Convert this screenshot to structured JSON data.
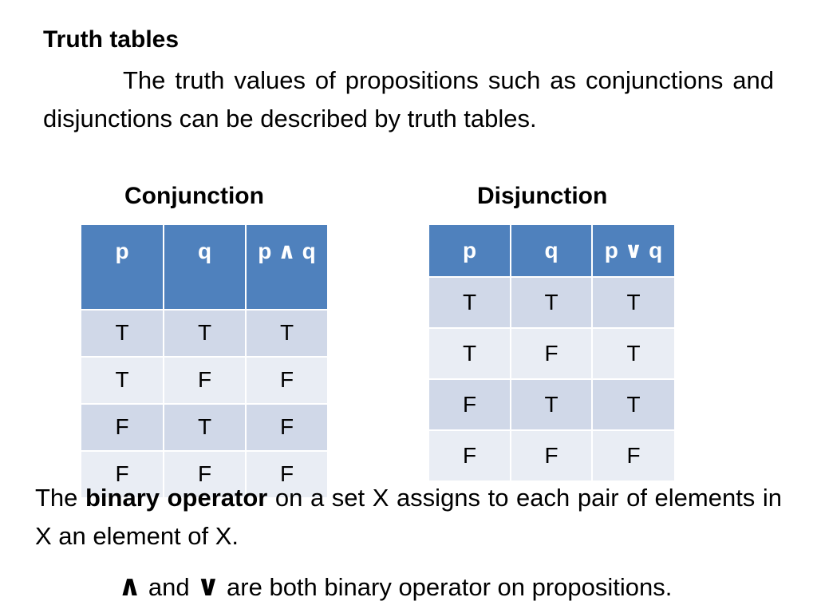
{
  "title": "Truth tables",
  "intro": "The truth values of propositions such as conjunctions and disjunctions can be described by truth tables.",
  "conjunction": {
    "heading": "Conjunction",
    "headers": [
      "p",
      "q",
      "p ∧ q"
    ],
    "rows": [
      [
        "T",
        "T",
        "T"
      ],
      [
        "T",
        "F",
        "F"
      ],
      [
        "F",
        "T",
        "F"
      ],
      [
        "F",
        "F",
        "F"
      ]
    ]
  },
  "disjunction": {
    "heading": "Disjunction",
    "headers": [
      "p",
      "q",
      "p ∨ q"
    ],
    "rows": [
      [
        "T",
        "T",
        "T"
      ],
      [
        "T",
        "F",
        "T"
      ],
      [
        "F",
        "T",
        "T"
      ],
      [
        "F",
        "F",
        "F"
      ]
    ]
  },
  "binary_def": {
    "prefix": "The ",
    "term": "binary operator",
    "suffix": " on a set X assigns to each pair of elements in X an element of X."
  },
  "operators_line": {
    "and_symbol": "∧",
    "middle": " and ",
    "or_symbol": "∨",
    "suffix": " are both binary operator on propositions."
  },
  "colors": {
    "header_fill": "#4f81bd",
    "row_dark": "#d0d8e8",
    "row_light": "#e9edf4"
  }
}
